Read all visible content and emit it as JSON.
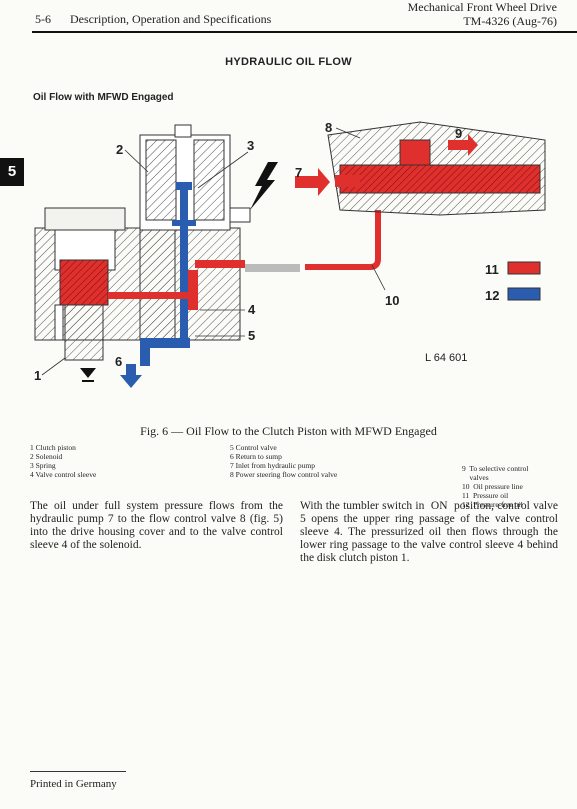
{
  "header": {
    "page_ref": "5-6",
    "section_title": "Description, Operation and Specifications",
    "book_title": "Mechanical Front Wheel Drive",
    "manual_id": "TM-4326 (Aug-76)"
  },
  "side_tab": "5",
  "section_heading": "HYDRAULIC OIL FLOW",
  "subheading": "Oil Flow with MFWD Engaged",
  "figure": {
    "callouts": [
      "1",
      "2",
      "3",
      "4",
      "5",
      "6",
      "7",
      "8",
      "9",
      "10",
      "11",
      "12"
    ],
    "figure_code": "L 64 601",
    "caption": "Fig. 6 — Oil Flow to the Clutch Piston with MFWD Engaged",
    "colors": {
      "pressure_oil": "#e0302e",
      "pressure_free_oil": "#2a5cb0",
      "hatch": "#555555"
    }
  },
  "legend": {
    "col1": [
      "1  Clutch piston",
      "2  Solenoid",
      "3  Spring",
      "4  Valve control sleeve"
    ],
    "col2": [
      "5  Control valve",
      "6  Return to sump",
      "7  Inlet from hydraulic pump",
      "8  Power steering flow control valve"
    ],
    "col3": [
      "9  To selective control",
      "    valves",
      "10  Oil pressure line",
      "11  Pressure oil",
      "12  Pressure-free oil"
    ]
  },
  "paragraphs": [
    "The oil under full system pressure flows from the hydraulic pump 7 to the flow control valve 8 (fig. 5) into the drive housing cover and to the valve control sleeve 4 of the solenoid.",
    "With the tumbler switch in  ON  position, control valve 5 opens the upper ring passage of the valve control sleeve 4. The pressurized oil then flows through the lower ring passage to the valve control sleeve 4 behind the disk clutch piston 1."
  ],
  "footer": "Printed in Germany"
}
